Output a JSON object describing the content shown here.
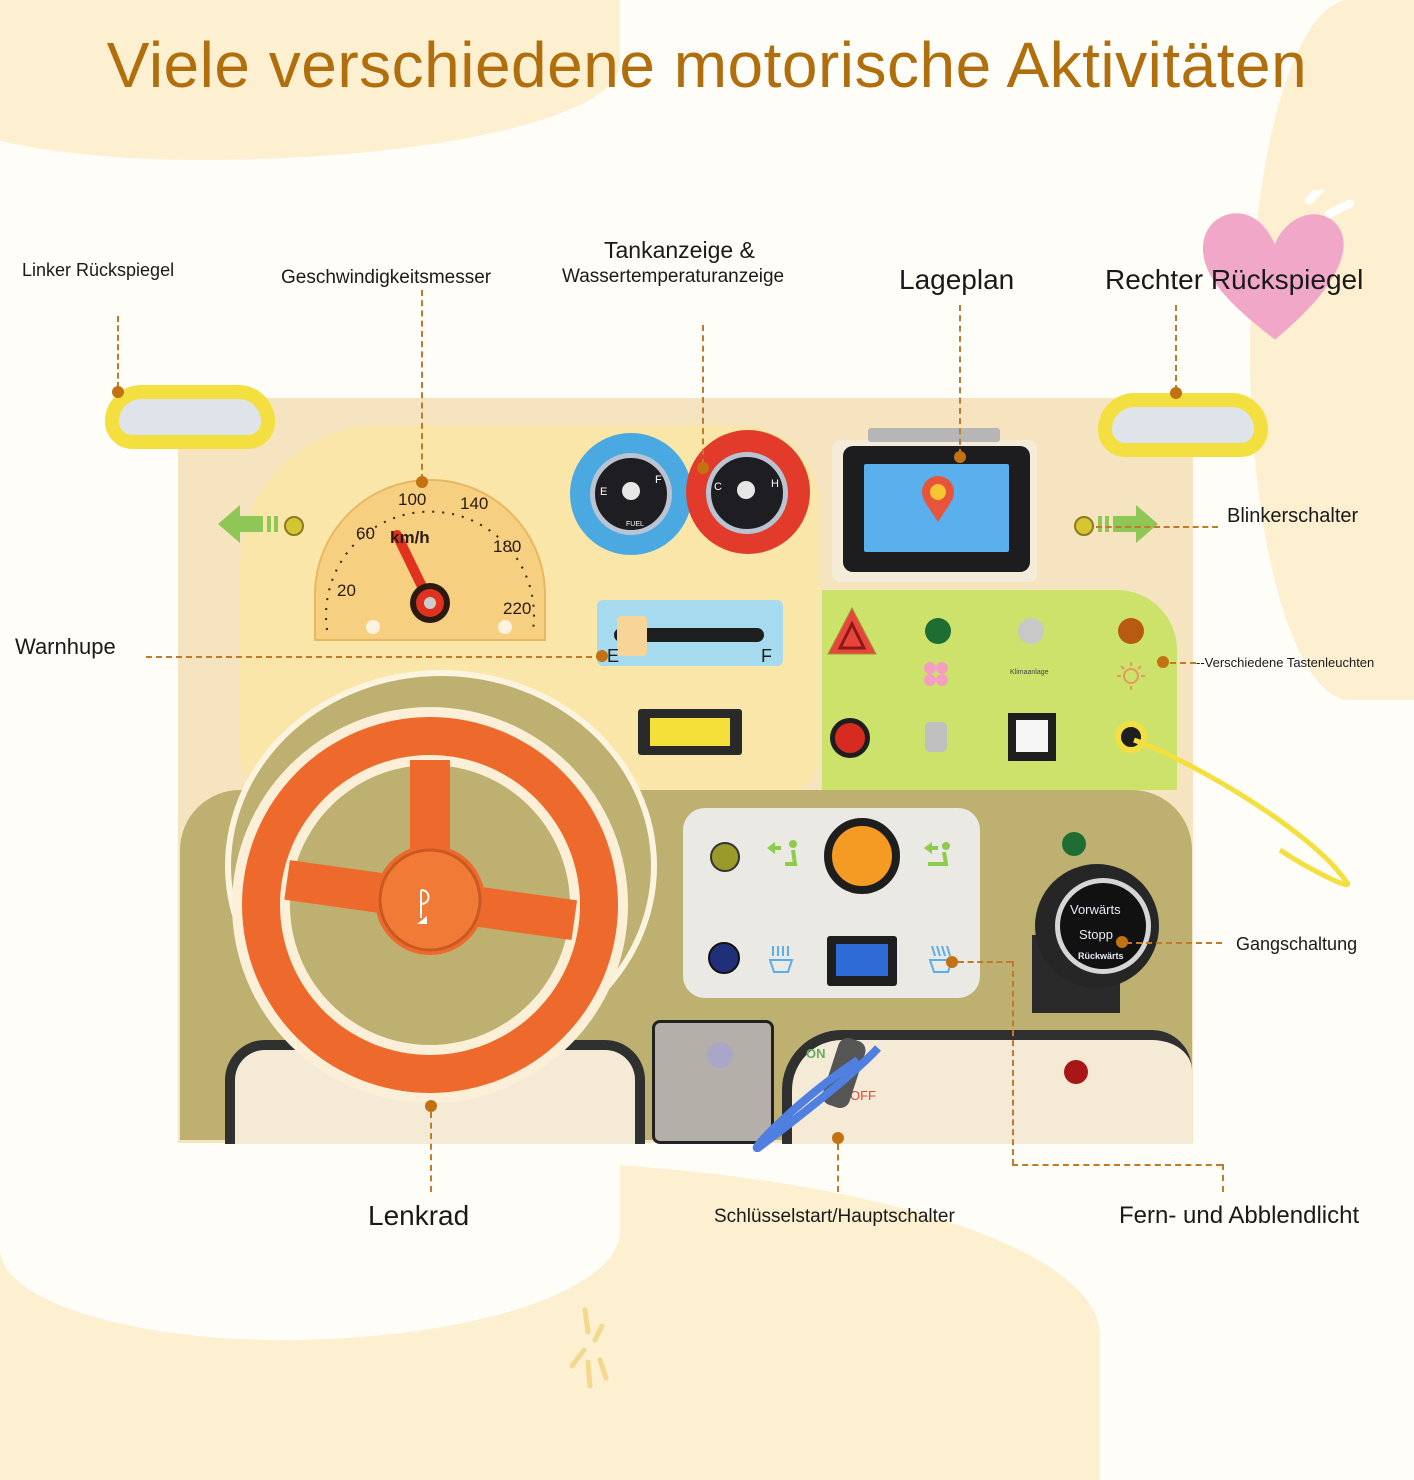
{
  "title": "Viele verschiedene motorische Aktivitäten",
  "labels": {
    "left_mirror": "Linker Rückspiegel",
    "speedometer": "Geschwindigkeitsmesser",
    "gauges_line1": "Tankanzeige &",
    "gauges_line2": "Wassertemperaturanzeige",
    "map": "Lageplan",
    "right_mirror": "Rechter Rückspiegel",
    "turn_signal": "Blinkerschalter",
    "horn": "Warnhupe",
    "button_lights": "--Verschiedene Tastenleuchten",
    "gear_shift": "Gangschaltung",
    "steering_wheel": "Lenkrad",
    "key_start": "Schlüsselstart/Hauptschalter",
    "headlights": "Fern- und Abblendlicht"
  },
  "speedometer": {
    "unit": "km/h",
    "ticks": [
      "20",
      "60",
      "100",
      "140",
      "180",
      "220"
    ]
  },
  "fuel_gauge": {
    "low": "E",
    "high": "F",
    "caption": "FUEL"
  },
  "temp_gauge": {
    "low": "C",
    "high": "H"
  },
  "slider": {
    "low": "E",
    "high": "F"
  },
  "green_panel": {
    "caption": "Klimaanlage"
  },
  "gear_knob": {
    "forward": "Vorwärts",
    "stop": "Stopp",
    "reverse": "Rückwärts"
  },
  "key": {
    "on": "ON",
    "off": "OFF"
  },
  "colors": {
    "title": "#b06e0c",
    "leader_line": "#c07a2a",
    "steering": "#ee6a2c",
    "panel_green": "#cde26a",
    "panel_olive": "#bdb070",
    "mirror_yellow": "#f3e040"
  }
}
